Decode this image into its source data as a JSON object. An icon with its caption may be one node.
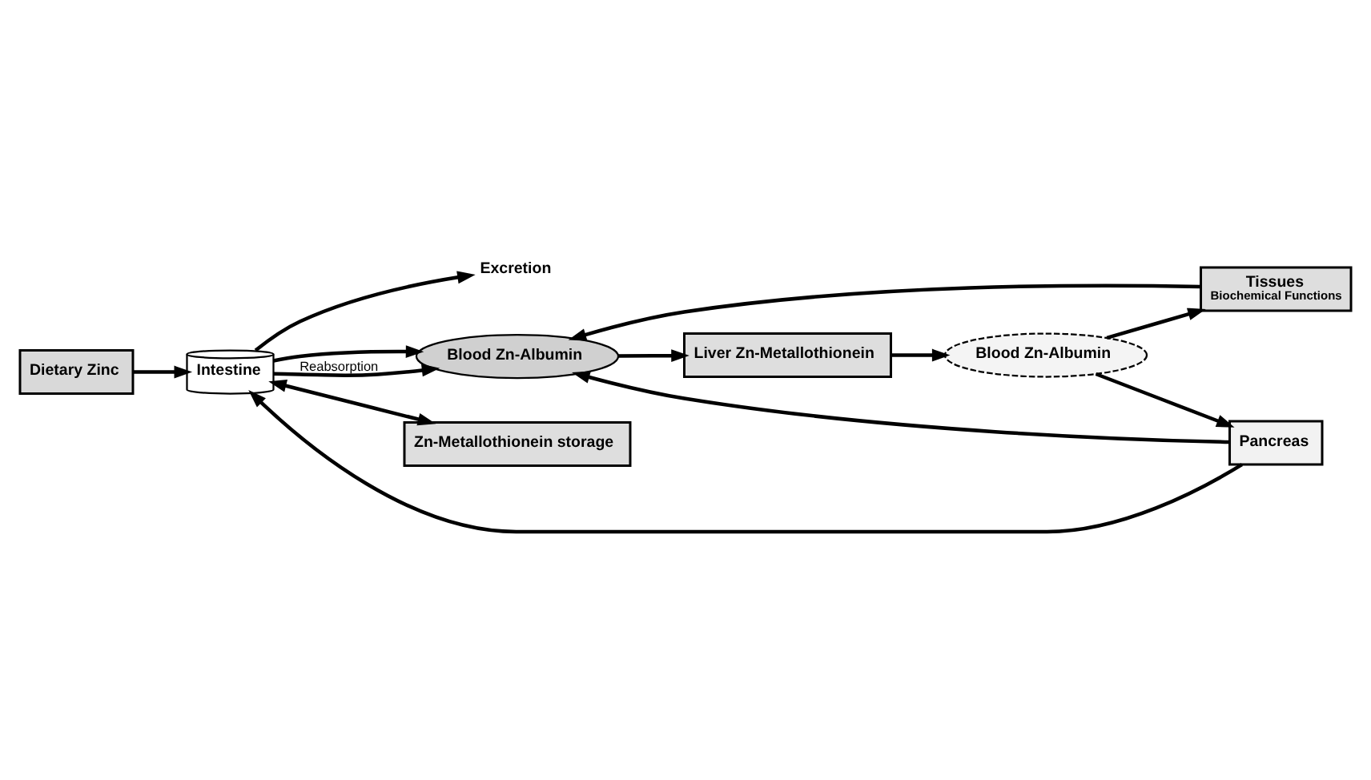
{
  "diagram": {
    "nodes": [
      {
        "text": [
          "Excretion"
        ]
      },
      {
        "text": [
          "Dietary Zinc"
        ]
      },
      {
        "text": [
          "Intestine"
        ]
      },
      {
        "text": [
          "Blood Zn-Albumin"
        ]
      },
      {
        "text": [
          "Liver Zn-Metallothionein"
        ]
      },
      {
        "text": [
          "Pancreas"
        ]
      },
      {
        "text": [
          "Blood Zn-Albumin"
        ]
      },
      {
        "text": [
          "Tissues",
          "Biochemical Functions"
        ]
      },
      {
        "text": [
          "Zn-Metallothionein storage"
        ]
      }
    ],
    "edges": [
      {
        "from": 1,
        "to": 2,
        "arrow": "to"
      },
      {
        "from": 2,
        "to": 3,
        "arrow": "to"
      },
      {
        "from": 2,
        "to": 0,
        "arrow": "to"
      },
      {
        "from": 2,
        "to": 3,
        "arrow": "to",
        "label": "Reabsorption"
      },
      {
        "from": 3,
        "to": 4,
        "arrow": "to"
      },
      {
        "from": 4,
        "to": 6,
        "arrow": "to"
      },
      {
        "from": 6,
        "to": 5,
        "arrow": "to"
      },
      {
        "from": 5,
        "to": 3,
        "arrow": "to"
      },
      {
        "from": 5,
        "to": 2,
        "arrow": "to"
      },
      {
        "from": 6,
        "to": 7,
        "arrow": "to"
      },
      {
        "from": 7,
        "to": 3,
        "arrow": "to"
      },
      {
        "from": 2,
        "to": 8,
        "arrow": "both"
      }
    ]
  }
}
